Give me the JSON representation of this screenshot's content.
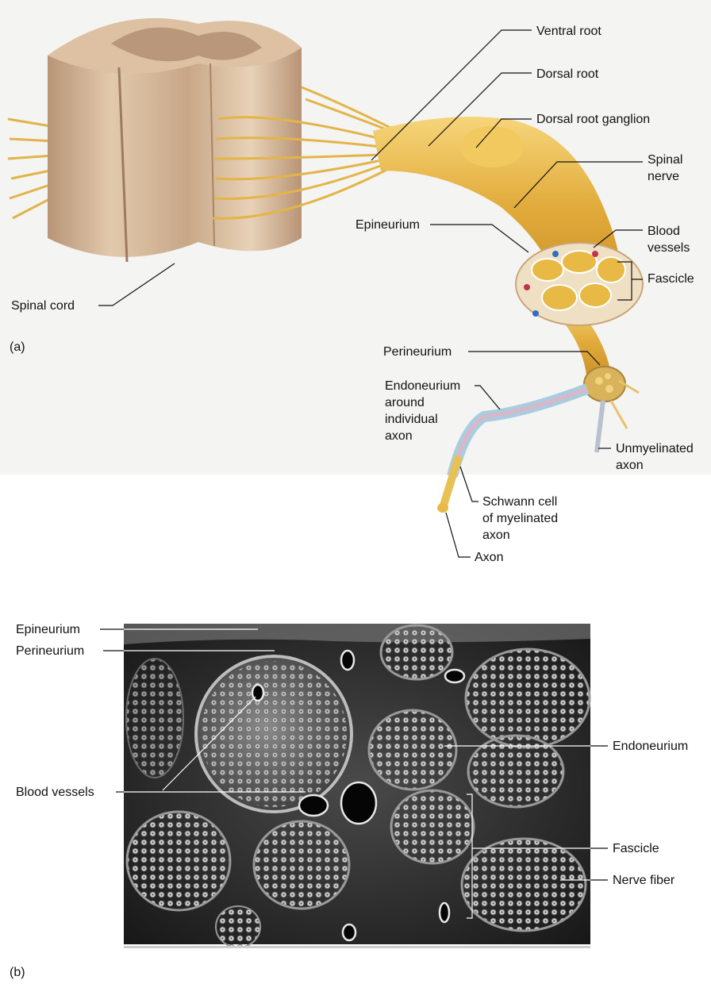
{
  "panel_a": {
    "label": "(a)",
    "labels": {
      "ventral_root": "Ventral root",
      "dorsal_root": "Dorsal root",
      "dorsal_root_ganglion": "Dorsal root ganglion",
      "spinal_nerve_1": "Spinal",
      "spinal_nerve_2": "nerve",
      "epineurium": "Epineurium",
      "blood_vessels_1": "Blood",
      "blood_vessels_2": "vessels",
      "fascicle": "Fascicle",
      "spinal_cord": "Spinal cord",
      "perineurium": "Perineurium",
      "endoneurium_1": "Endoneurium",
      "endoneurium_2": "around",
      "endoneurium_3": "individual",
      "endoneurium_4": "axon",
      "unmyelinated_1": "Unmyelinated",
      "unmyelinated_2": "axon",
      "schwann_1": "Schwann cell",
      "schwann_2": "of myelinated",
      "schwann_3": "axon",
      "axon": "Axon"
    }
  },
  "panel_b": {
    "label": "(b)",
    "labels": {
      "epineurium": "Epineurium",
      "perineurium": "Perineurium",
      "blood_vessels": "Blood vessels",
      "endoneurium": "Endoneurium",
      "fascicle": "Fascicle",
      "nerve_fiber": "Nerve fiber"
    }
  },
  "colors": {
    "background": "#ffffff",
    "cord": "#c9ab8c",
    "nerve": "#e7b74a",
    "micrograph": "#1e1e1e"
  }
}
